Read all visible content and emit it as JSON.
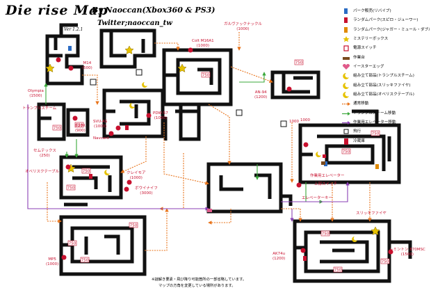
{
  "title": "Die rise Map",
  "version": "Ver 1.2.1",
  "byline": "By Naoccan(Xbox360 & PS3)",
  "twitter": "Twitter;naoccan_tw",
  "legend": [
    {
      "icon": "perk-machine-blue",
      "color": "#2b6cc4",
      "text": "パーク販売(リバイブ)"
    },
    {
      "icon": "perk-machine-random",
      "color": "#c8102e",
      "text": "ランダムパーク(スピロ・ジューワー)"
    },
    {
      "icon": "perk-machine-multi",
      "color": "#e08a00",
      "text": "ランダムパーク(ジャガー・ミュール・ダブルトTAP"
    },
    {
      "icon": "mystery-box-star",
      "color": "#e6c200",
      "text": "ミステリーボックス"
    },
    {
      "icon": "power-switch",
      "color": "#c8102e",
      "text": "電源スイッチ"
    },
    {
      "icon": "workbench",
      "color": "#7a4a1e",
      "text": "作業台"
    },
    {
      "icon": "easter-egg-heart",
      "color": "#e05a8a",
      "text": "イースターエッグ"
    },
    {
      "icon": "buildable-part-moon",
      "color": "#e6c200",
      "text": "組み立て部品(トランプルスチーム)"
    },
    {
      "icon": "buildable-part-moon",
      "color": "#e6c200",
      "text": "組み立て部品(スリッキファイヤ)"
    },
    {
      "icon": "buildable-part-moon",
      "color": "#e6c200",
      "text": "組み立て部品(オベリスクテーブル)"
    },
    {
      "icon": "route-arrow-orange",
      "color": "#e8731a",
      "text": "通常移動"
    },
    {
      "icon": "route-arrow-green",
      "color": "#3aa83a",
      "text": "トランプルスチーム移動"
    },
    {
      "icon": "route-arrow-purple",
      "color": "#8a3fb5",
      "text": "作業用エレベーター移動"
    },
    {
      "icon": "jump-spot",
      "color": "#111111",
      "text": "飛行"
    },
    {
      "icon": "fridge",
      "color": "#c8102e",
      "text": "冷蔵庫"
    }
  ],
  "labels": {
    "galvaknuckle_name": "ガルヴァックナックル",
    "galvaknuckle_cost": "(1000)",
    "colt_name": "Colt M16A1",
    "colt_cost": "(1000)",
    "an94_name": "AN-94",
    "an94_cost": "(1200)",
    "m14_name": "M14",
    "m14_cost": "(500)",
    "olympia_name": "Olympia",
    "olympia_cost": "(1500)",
    "trample_name": "トランプルスチーム",
    "b23r_name": "B23R",
    "b23r_cost": "(900)",
    "svu_name": "SVU-AS",
    "svu_cost": "(1000)",
    "navcard_name": "Navcard",
    "pdw_name": "PDW-57",
    "pdw_cost": "(1000)",
    "semtex_name": "セムテックス",
    "semtex_cost": "(250)",
    "obelisk_name": "オベリスクテーブル",
    "claymore_name": "クレイモア",
    "claymore_cost": "(1000)",
    "bowie_name": "ボウイナイフ",
    "bowie_cost": "(3000)",
    "work_elevator_name": "作業用エレベーター",
    "top_switch_name": "上部スイッチ",
    "elevator_key_name": "エレベーターキー",
    "slick_fire_name": "スリッキファイヤ",
    "mp5_name": "MP5",
    "mp5_cost": "(1000)",
    "ak74u_name": "AK74u",
    "ak74u_cost": "(1200)",
    "remington_name": "レミントン 870MSC",
    "remington_cost": "(1500)",
    "cost_1000_left": "1000",
    "cost_1000_right": "1000"
  },
  "room_costs": [
    "750",
    "750",
    "750",
    "750",
    "750",
    "750",
    "750",
    "750",
    "750",
    "750",
    "750",
    "750",
    "750",
    "750"
  ],
  "footnote_line1": "※謎解き要素・飛び降り可能箇所の一部省略しています。",
  "footnote_line2": "マップの方角を変更している場所があります。",
  "colors": {
    "wall": "#111111",
    "normal_route": "#e8731a",
    "trample_route": "#3aa83a",
    "elevator_route": "#8a3fb5",
    "door_cost": "#c8102e"
  }
}
